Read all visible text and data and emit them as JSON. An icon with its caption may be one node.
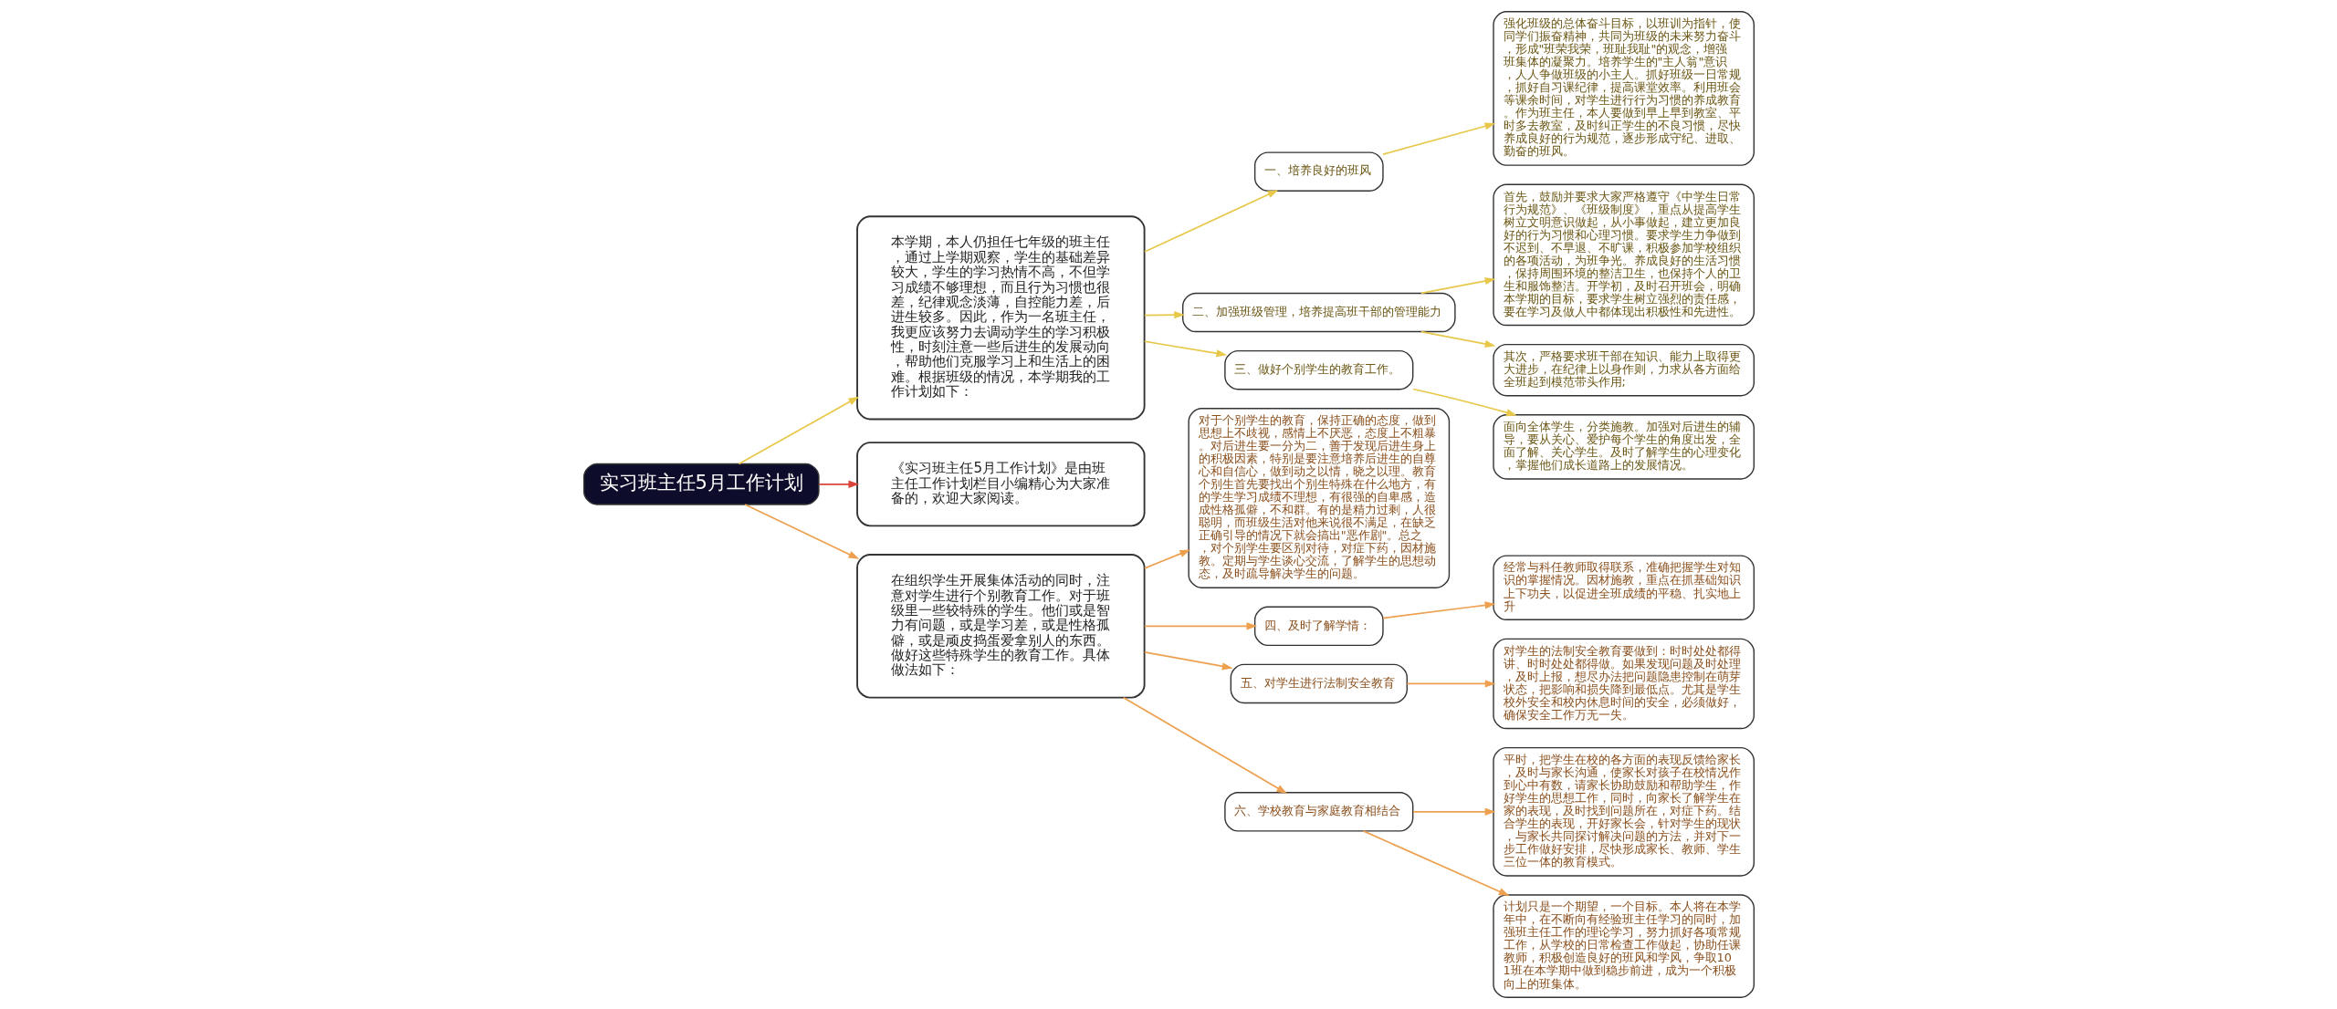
{
  "diagram": {
    "nodes": [
      {
        "text": [
          "实习班主任5月工作计划"
        ]
      },
      {
        "text": [
          "本学期，本人仍担任七年级的班主任，通过上学期观察，学生的基础差异较大，学生的学习热情不高，不但学习成绩不够理想，而且行为习惯也很差，纪律观念淡薄，自控能力差，后进生较多。因此，作为一名班主任，我更应该努力去调动学生的学习积极性，时刻注意一些后进生的发展动向，帮助他们克服学习上和生活上的困难。根据班级的情况，本学期我的工作计划如下："
        ]
      },
      {
        "text": [
          "一、培养良好的班风"
        ]
      },
      {
        "text": [
          "强化班级的总体奋斗目标，以班训为指针，使同学们振奋精神，共同为班级的未来努力奋斗，形成\"班荣我荣，班耻我耻\"的观念，增强班集体的凝聚力。培养学生的\"主人翁\"意识，人人争做班级的小主人。抓好班级一日常规，抓好自习课纪律，提高课堂效率。利用班会等课余时间，对学生进行行为习惯的养成教育。作为班主任，本人要做到早上早到教室、平时多去教室，及时纠正学生的不良习惯，尽快养成良好的行为规范，逐步形成守纪、进取、勤奋的班风。"
        ]
      },
      {
        "text": [
          "二、加强班级管理，培养提高班干部的管理能力"
        ]
      },
      {
        "text": [
          "首先，鼓励并要求大家严格遵守《中学生日常行为规范》、《班级制度》，重点从提高学生树立文明意识做起，从小事做起，建立更加良好的行为习惯和心理习惯。要求学生力争做到不迟到、不早退、不旷课，积极参加学校组织的各项活动，为班争光。养成良好的生活习惯，保持周围环境的整洁卫生，也保持个人的卫生和服饰整洁。开学初，及时召开班会，明确本学期的目标，要求学生树立强烈的责任感，要在学习及做人中都体现出积极性和先进性。"
        ]
      },
      {
        "text": [
          "其次，严格要求班干部在知识、能力上取得更大进步，在纪律上以身作则，力求从各方面给全班起到模范带头作用;"
        ]
      },
      {
        "text": [
          "三、做好个别学生的教育工作。"
        ]
      },
      {
        "text": [
          "面向全体学生，分类施教。加强对后进生的辅导，要从关心、爱护每个学生的角度出发，全面了解、关心学生。及时了解学生的心理变化，掌握他们成长道路上的发展情况。"
        ]
      },
      {
        "text": [
          "《实习班主任5月工作计划》是由班主任工作计划栏目小编精心为大家准备的，欢迎大家阅读。"
        ]
      },
      {
        "text": [
          "在组织学生开展集体活动的同时，注意对学生进行个别教育工作。对于班级里一些较特殊的学生。他们或是智力有问题，或是学习差，或是性格孤僻，或是顽皮捣蛋爱拿别人的东西。做好这些特殊学生的教育工作。具体做法如下："
        ]
      },
      {
        "text": [
          "对于个别学生的教育，保持正确的态度，做到思想上不歧视，感情上不厌恶，态度上不粗暴。对后进生要一分为二，善于发现后进生身上的积极因素，特别是要注意培养后进生的自尊心和自信心，做到动之以情，晓之以理。教育个别生首先要找出个别生特殊在什么地方，有的学生学习成绩不理想，有很强的自卑感，造成性格孤僻，不和群。有的是精力过剩，人很聪明，而班级生活对他来说很不满足，在缺乏正确引导的情况下就会搞出\"恶作剧\"。总之，对个别学生要区别对待，对症下药，因材施教。定期与学生谈心交流，了解学生的思想动态，及时疏导解决学生的问题。"
        ]
      },
      {
        "text": [
          "四、及时了解学情："
        ]
      },
      {
        "text": [
          "经常与科任教师取得联系，准确把握学生对知识的掌握情况。因材施教，重点在抓基础知识上下功夫，以促进全班成绩的平稳、扎实地上升"
        ]
      },
      {
        "text": [
          "五、对学生进行法制安全教育"
        ]
      },
      {
        "text": [
          "对学生的法制安全教育要做到：时时处处都得讲、时时处处都得做。如果发现问题及时处理，及时上报，想尽办法把问题隐患控制在萌芽状态，把影响和损失降到最低点。尤其是学生校外安全和校内休息时间的安全，必须做好，确保安全工作万无一失。"
        ]
      },
      {
        "text": [
          "六、学校教育与家庭教育相结合"
        ]
      },
      {
        "text": [
          "平时，把学生在校的各方面的表现反馈给家长，及时与家长沟通，使家长对孩子在校情况作到心中有数，请家长协助鼓励和帮助学生，作好学生的思想工作，同时，向家长了解学生在家的表现，及时找到问题所在，对症下药。结合学生的表现，开好家长会，针对学生的现状，与家长共同探讨解决问题的方法，并对下一步工作做好安排，尽快形成家长、教师、学生三位一体的教育模式。"
        ]
      },
      {
        "text": [
          "计划只是一个期望，一个目标。本人将在本学年中，在不断向有经验班主任学习的同时，加强班主任工作的理论学习，努力抓好各项常规工作，从学校的日常检查工作做起，协助任课教师，积极创造良好的班风和学风，争取101班在本学期中做到稳步前进，成为一个积极向上的班集体。"
        ]
      }
    ],
    "edges": [
      {
        "from": 0,
        "to": 1,
        "arrow": "to",
        "color": "#e8c84a"
      },
      {
        "from": 1,
        "to": 2,
        "arrow": "to",
        "color": "#e8c84a"
      },
      {
        "from": 2,
        "to": 3,
        "arrow": "to",
        "color": "#e8c84a"
      },
      {
        "from": 1,
        "to": 4,
        "arrow": "to",
        "color": "#e8c84a"
      },
      {
        "from": 4,
        "to": 5,
        "arrow": "to",
        "color": "#e8c84a"
      },
      {
        "from": 4,
        "to": 6,
        "arrow": "to",
        "color": "#e8c84a"
      },
      {
        "from": 1,
        "to": 7,
        "arrow": "to",
        "color": "#e8c84a"
      },
      {
        "from": 7,
        "to": 8,
        "arrow": "to",
        "color": "#e8c84a"
      },
      {
        "from": 0,
        "to": 9,
        "arrow": "to",
        "color": "#d9453a"
      },
      {
        "from": 0,
        "to": 10,
        "arrow": "to"
      },
      {
        "from": 10,
        "to": 11,
        "arrow": "to"
      },
      {
        "from": 10,
        "to": 12,
        "arrow": "to"
      },
      {
        "from": 12,
        "to": 13,
        "arrow": "to"
      },
      {
        "from": 10,
        "to": 14,
        "arrow": "to"
      },
      {
        "from": 14,
        "to": 15,
        "arrow": "to"
      },
      {
        "from": 10,
        "to": 16,
        "arrow": "to"
      },
      {
        "from": 16,
        "to": 17,
        "arrow": "to"
      },
      {
        "from": 16,
        "to": 18,
        "arrow": "to"
      }
    ]
  }
}
